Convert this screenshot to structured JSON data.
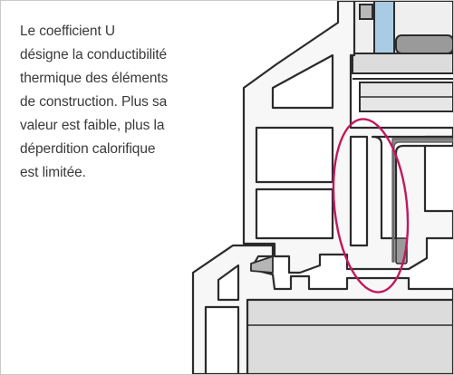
{
  "caption": {
    "lines": [
      "Le coefficient U",
      "désigne la conductibilité",
      "thermique des éléments",
      "de construction. Plus sa",
      "valeur est faible, plus la",
      "déperdition calorifique",
      "est limitée."
    ]
  },
  "colors": {
    "frame_border": "#c9c9c9",
    "profile_fill": "#f7f7f7",
    "profile_stroke": "#2b2b2b",
    "lower_sash_fill": "#dcdcdc",
    "glass_blue": "#a9cbe3",
    "gasket_gray": "#8a8a8a",
    "highlight_ellipse": "#c2185b",
    "text": "#3a3a3a"
  }
}
